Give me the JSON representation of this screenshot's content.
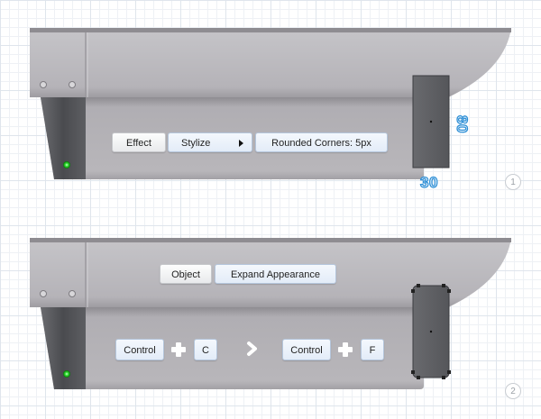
{
  "panel_1": {
    "menu_path": [
      "Effect",
      "Stylize",
      "Rounded Corners: 5px"
    ],
    "dimension_height": "80",
    "dimension_width": "30",
    "step_number": "1"
  },
  "panel_2": {
    "menu_path": [
      "Object",
      "Expand Appearance"
    ],
    "shortcut_1": [
      "Control",
      "C"
    ],
    "shortcut_2": [
      "Control",
      "F"
    ],
    "step_number": "2"
  },
  "colors": {
    "body_gray": "#b3b1b5",
    "dark_panel": "#58595c",
    "led_green": "#2fe02f",
    "dimension_blue": "#2e8fd6",
    "keycap_blue": "#e3ecf8"
  },
  "icons": [
    "screw-icon",
    "led-icon",
    "plus-icon",
    "chevron-right-icon",
    "submenu-arrow-icon"
  ]
}
